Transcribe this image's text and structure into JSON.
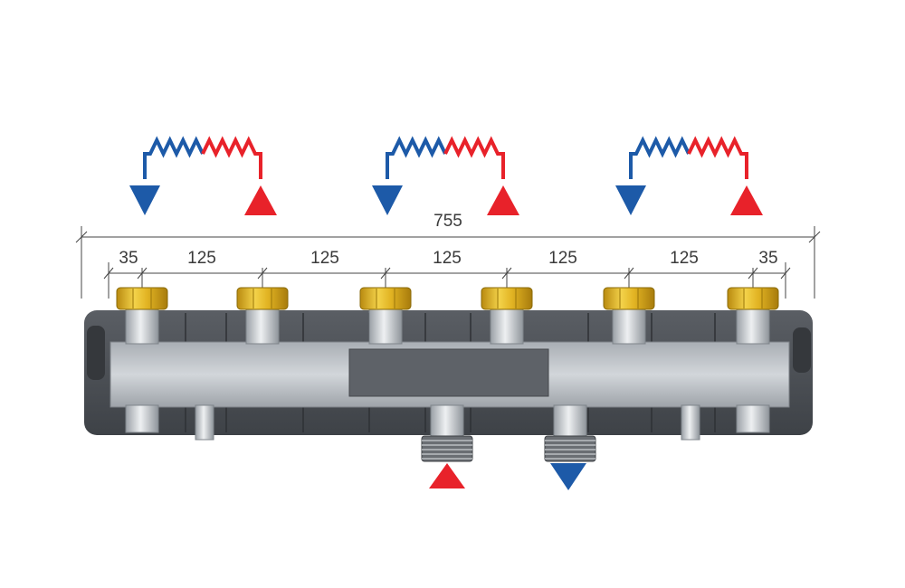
{
  "colors": {
    "hot": "#e8222a",
    "cold": "#1d5aa8",
    "body_steel": "#c4c9ce",
    "insulation": "#4b4f55",
    "brass": "#e0b020",
    "dimension_line": "#444444",
    "label_text": "#3a3a3a"
  },
  "dimensions": {
    "total": "755",
    "segments": [
      "35",
      "125",
      "125",
      "125",
      "125",
      "125",
      "35"
    ]
  },
  "heating_circuits": [
    {
      "id": 1,
      "supply": "hot",
      "return": "cold"
    },
    {
      "id": 2,
      "supply": "hot",
      "return": "cold"
    },
    {
      "id": 3,
      "supply": "hot",
      "return": "cold"
    }
  ],
  "main_connections": [
    {
      "flow": "inlet",
      "direction": "up",
      "color": "hot"
    },
    {
      "flow": "outlet",
      "direction": "down",
      "color": "cold"
    }
  ],
  "icons": [
    "zigzag-coil-icon",
    "triangle-down-icon",
    "triangle-up-icon",
    "hex-nut-icon"
  ]
}
